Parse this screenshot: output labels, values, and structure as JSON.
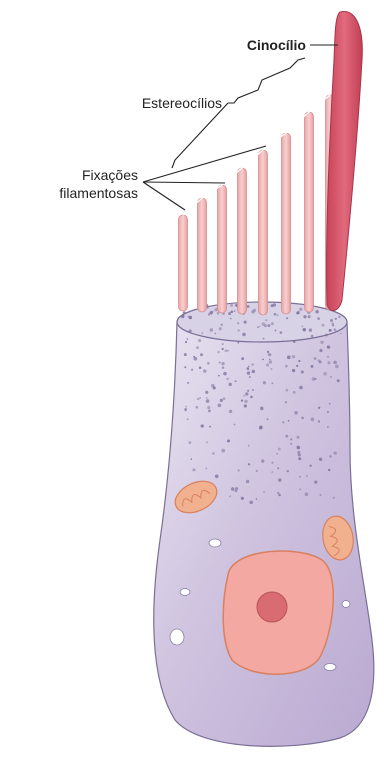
{
  "labels": {
    "kinocilium": "Cinocílio",
    "stereocilia": "Estereocílios",
    "tip_links_line1": "Fixações",
    "tip_links_line2": "filamentosas"
  },
  "colors": {
    "cell_body": "#cdbfdb",
    "cell_stipple": "#8a7fa8",
    "stereocilia": "#f2b9b8",
    "kinocilium": "#d64f63",
    "nucleus": "#f3a9a1",
    "nucleolus": "#d96c73",
    "mitochondria": "#f1b08e",
    "leader_lines": "#222222"
  }
}
